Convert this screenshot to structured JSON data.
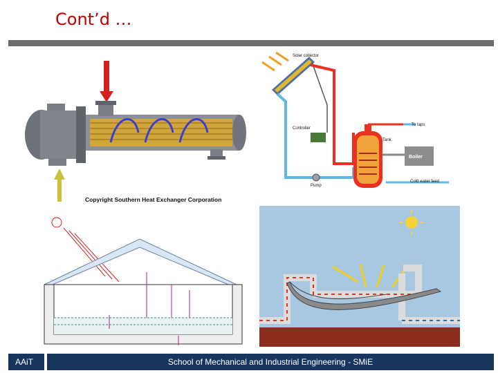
{
  "slide": {
    "title": "Cont’d …",
    "footer_left": "AAiT",
    "footer_right": "School of Mechanical and Industrial Engineering - SMiE"
  },
  "heat_exchanger": {
    "caption": "Copyright Southern Heat Exchanger Corporation"
  },
  "solar_system": {
    "solar_collector_label": "Solar collector",
    "to_taps_label": "To taps",
    "controller_label": "Controller",
    "tank_label": "Tank",
    "boiler_label": "Boiler",
    "pump_label": "Pump",
    "cold_feed_label": "Cold water feed"
  },
  "colors": {
    "title": "#c00000",
    "footer": "#17365d",
    "topbar": "#6b6b6b",
    "hot_pipe": "#e8321f",
    "cold_pipe": "#62b6e6",
    "trough_bg": "#a8c7e0",
    "ground": "#8b2c1d"
  }
}
